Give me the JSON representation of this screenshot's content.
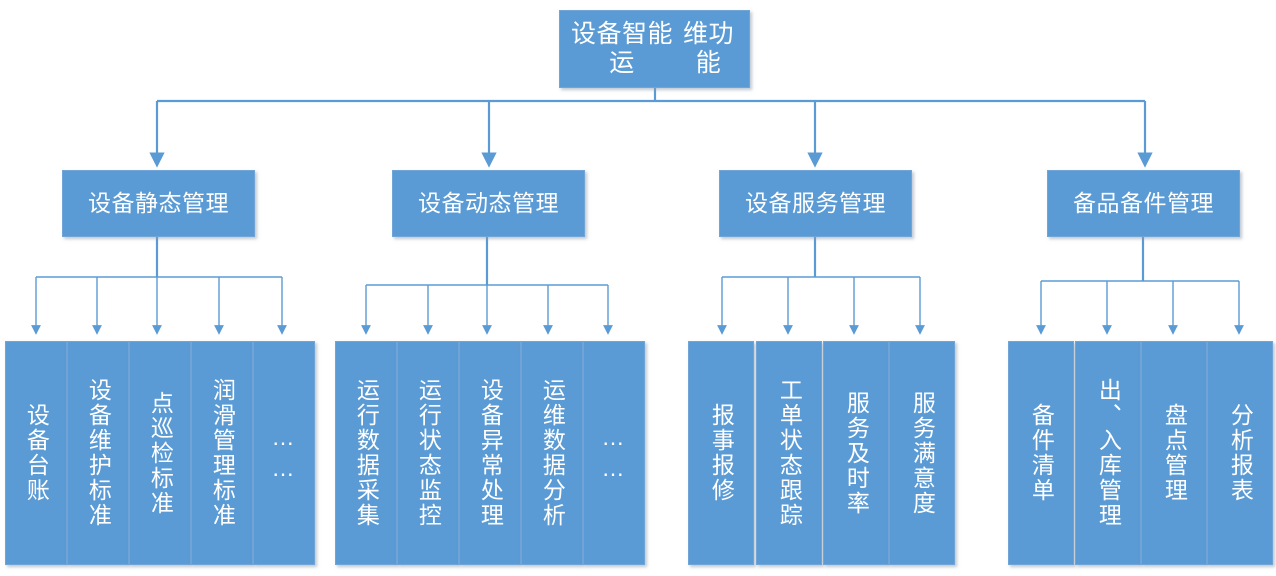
{
  "diagram": {
    "title": "设备智能运维功能",
    "root": {
      "label": "设备智能运维功能"
    },
    "branches": [
      {
        "label": "设备静态管理",
        "leaves": [
          {
            "label": "设备台账"
          },
          {
            "label": "设备维护标准"
          },
          {
            "label": "点巡检标准"
          },
          {
            "label": "润滑管理标准"
          },
          {
            "label": "……",
            "ellipsis": true
          }
        ]
      },
      {
        "label": "设备动态管理",
        "leaves": [
          {
            "label": "运行数据采集"
          },
          {
            "label": "运行状态监控"
          },
          {
            "label": "设备异常处理"
          },
          {
            "label": "运维数据分析"
          },
          {
            "label": "……",
            "ellipsis": true
          }
        ]
      },
      {
        "label": "设备服务管理",
        "leaves": [
          {
            "label": "报事报修"
          },
          {
            "label": "工单状态跟踪"
          },
          {
            "label": "服务及时率"
          },
          {
            "label": "服务满意度"
          }
        ]
      },
      {
        "label": "备品备件管理",
        "leaves": [
          {
            "label": "备件清单"
          },
          {
            "label": "出、入库管理"
          },
          {
            "label": "盘点管理"
          },
          {
            "label": "分析报表"
          }
        ]
      }
    ],
    "colors": {
      "node_fill": "#5B9BD5",
      "node_border": "#71A5D8",
      "connector": "#5B9BD5",
      "text": "#FFFFFF",
      "background": "#FFFFFF"
    }
  }
}
